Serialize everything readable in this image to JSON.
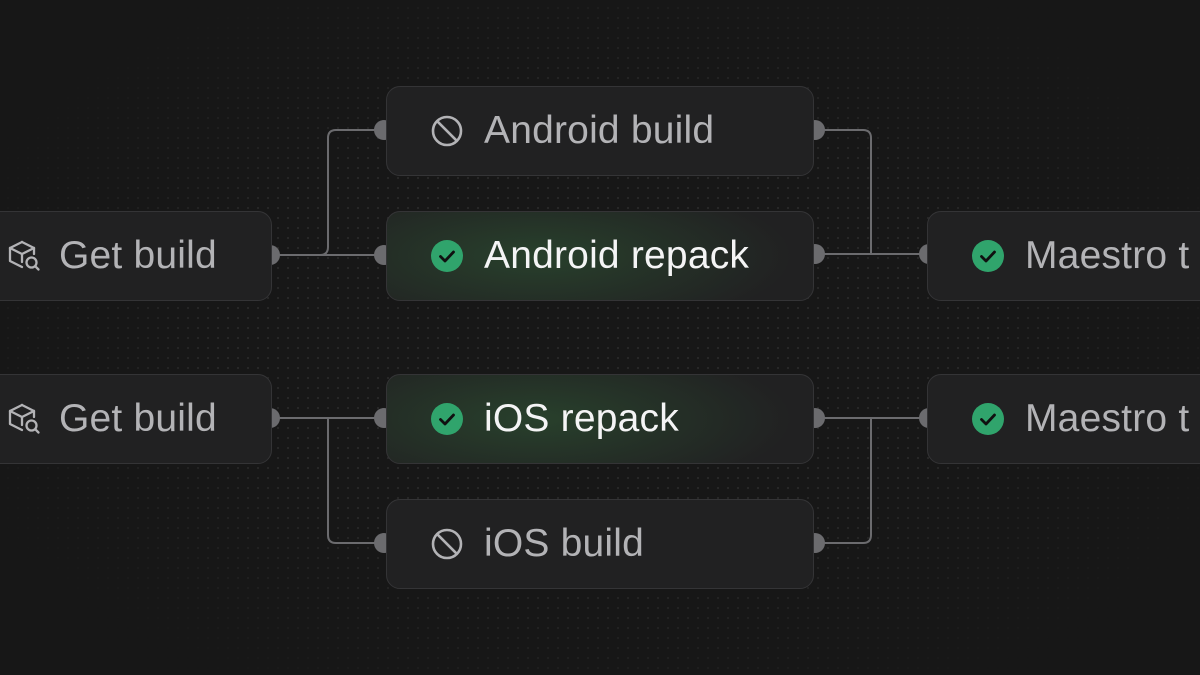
{
  "colors": {
    "background": "#171717",
    "node_fill": "#212122",
    "node_border": "#343436",
    "wire": "#6b6b6e",
    "port": "#6b6b6e",
    "success": "#30a46c",
    "muted_text": "#b3b3b6",
    "active_text": "#f4f4f5"
  },
  "nodes": [
    {
      "id": "get-build-android",
      "label": "Get build",
      "icon": "package-search-icon",
      "status": "default"
    },
    {
      "id": "android-build",
      "label": "Android build",
      "icon": "skipped-icon",
      "status": "skipped"
    },
    {
      "id": "android-repack",
      "label": "Android repack",
      "icon": "success-check-icon",
      "status": "success"
    },
    {
      "id": "maestro-android",
      "label": "Maestro t",
      "icon": "success-check-icon",
      "status": "success"
    },
    {
      "id": "get-build-ios",
      "label": "Get build",
      "icon": "package-search-icon",
      "status": "default"
    },
    {
      "id": "ios-repack",
      "label": "iOS repack",
      "icon": "success-check-icon",
      "status": "success"
    },
    {
      "id": "ios-build",
      "label": "iOS build",
      "icon": "skipped-icon",
      "status": "skipped"
    },
    {
      "id": "maestro-ios",
      "label": "Maestro t",
      "icon": "success-check-icon",
      "status": "success"
    }
  ],
  "edges": [
    {
      "from": "get-build-android",
      "to": "android-build"
    },
    {
      "from": "get-build-android",
      "to": "android-repack"
    },
    {
      "from": "android-build",
      "to": "maestro-android"
    },
    {
      "from": "android-repack",
      "to": "maestro-android"
    },
    {
      "from": "get-build-ios",
      "to": "ios-repack"
    },
    {
      "from": "get-build-ios",
      "to": "ios-build"
    },
    {
      "from": "ios-repack",
      "to": "maestro-ios"
    },
    {
      "from": "ios-build",
      "to": "maestro-ios"
    }
  ]
}
